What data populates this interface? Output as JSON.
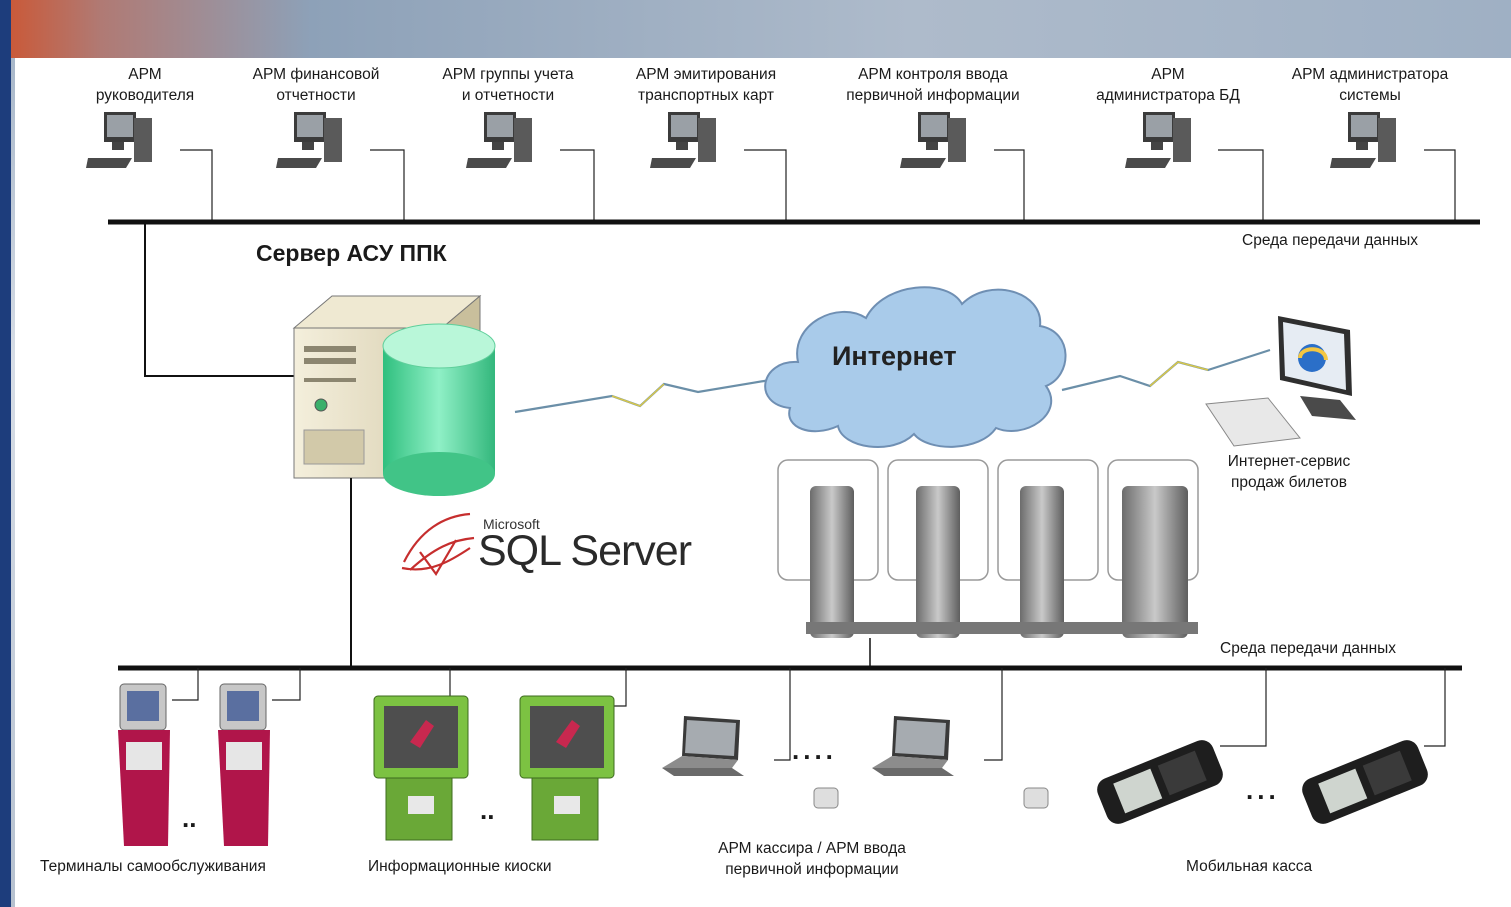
{
  "workstations": [
    {
      "line1": "АРМ",
      "line2": "руководителя"
    },
    {
      "line1": "АРМ финансовой",
      "line2": "отчетности"
    },
    {
      "line1": "АРМ группы учета",
      "line2": "и отчетности"
    },
    {
      "line1": "АРМ эмитирования",
      "line2": "транспортных карт"
    },
    {
      "line1": "АРМ контроля ввода",
      "line2": "первичной информации"
    },
    {
      "line1": "АРМ",
      "line2": "администратора БД"
    },
    {
      "line1": "АРМ администратора",
      "line2": "системы"
    }
  ],
  "top_bus_label": "Среда передачи данных",
  "bottom_bus_label": "Среда передачи данных",
  "server_title": "Сервер АСУ ППК",
  "internet_label": "Интернет",
  "web_service": {
    "line1": "Интернет-сервис",
    "line2": "продаж билетов"
  },
  "sql_logo": {
    "vendor": "Microsoft",
    "product": "SQL Server"
  },
  "devices": {
    "terminals": "Терминалы самообслуживания",
    "kiosks": "Информационные киоски",
    "cashier": {
      "line1": "АРМ кассира / АРМ ввода",
      "line2": "первичной информации"
    },
    "mobile": "Мобильная касса"
  },
  "ellipsis": {
    "terminals": "..",
    "kiosks": "..",
    "cashier": "....",
    "mobile": "..."
  },
  "colors": {
    "frame_blue": "#1d3d7c",
    "db_green": "#6fd6a8",
    "cloud_blue": "#a9cbea",
    "kiosk_green": "#7cc242",
    "terminal_red": "#b0154a"
  }
}
